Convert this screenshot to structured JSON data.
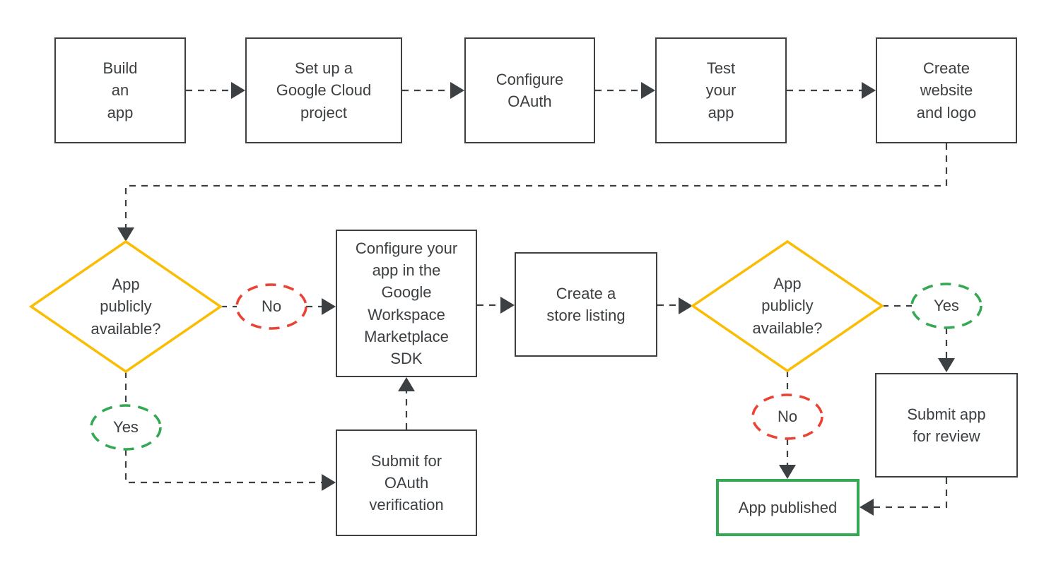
{
  "colors": {
    "ink": "#3c4043",
    "yellow": "#fbbc04",
    "red": "#ea4335",
    "green": "#34a853",
    "bg": "#ffffff"
  },
  "nodes": {
    "build_app": "Build\nan\napp",
    "cloud_project": "Set up a\nGoogle Cloud\nproject",
    "configure_oauth": "Configure\nOAuth",
    "test_app": "Test\nyour\napp",
    "create_website": "Create\nwebsite\nand logo",
    "decision1": "App\npublicly\navailable?",
    "no1": "No",
    "yes1": "Yes",
    "marketplace_sdk": "Configure your\napp in the\nGoogle\nWorkspace\nMarketplace\nSDK",
    "store_listing": "Create a\nstore listing",
    "oauth_verification": "Submit for\nOAuth\nverification",
    "decision2": "App\npublicly\navailable?",
    "yes2": "Yes",
    "no2": "No",
    "submit_review": "Submit app\nfor review",
    "app_published": "App published"
  }
}
